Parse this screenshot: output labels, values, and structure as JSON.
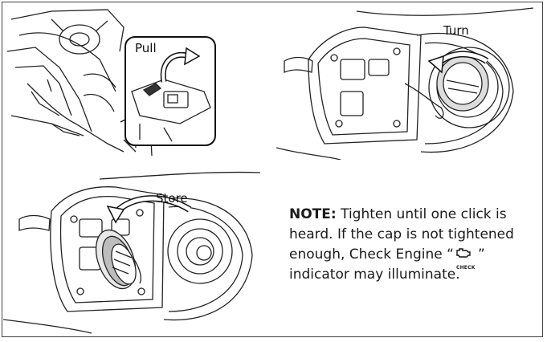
{
  "figure": {
    "pull_label": "Pull",
    "turn_label": "Turn",
    "store_label": "Store"
  },
  "note": {
    "heading": "NOTE:",
    "text_before_icon": "Tighten until one click is heard. If the cap is not tightened enough, Check Engine “",
    "icon_caption": "CHECK",
    "text_after_icon": "” indicator may illuminate."
  },
  "icons": {
    "check_engine": "check-engine-icon"
  }
}
